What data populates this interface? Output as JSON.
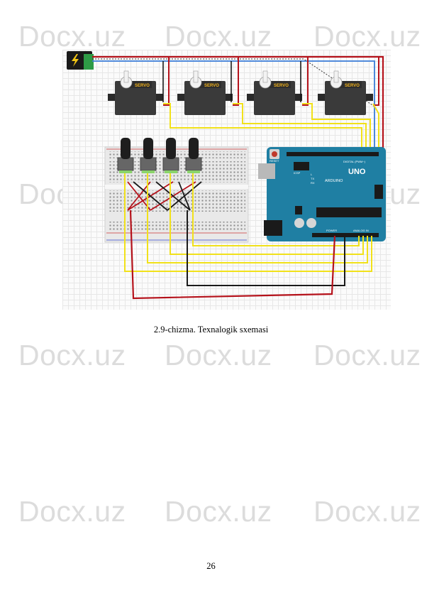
{
  "watermark": {
    "text": "Docx.uz"
  },
  "figure": {
    "servo_label": "SERVO",
    "arduino_logo_text": "UNO",
    "arduino_brand": "ARDUINO",
    "digital_label": "DIGITAL (PWM~)",
    "analog_label": "ANALOG IN",
    "power_label": "POWER",
    "icsp_label": "ICSP",
    "reset_label": "RESET",
    "tx_label": "TX",
    "rx_label": "RX",
    "l_label": "L"
  },
  "caption": "2.9-chizma. Texnalogik  sxemasi",
  "page_number": "26",
  "colors": {
    "wire_red": "#b5121b",
    "wire_yellow": "#f1e11a",
    "wire_black": "#1a1a1a",
    "wire_blue": "#3b7dd8",
    "arduino_body": "#1f7fa3",
    "servo_body": "#3a3a3a"
  }
}
